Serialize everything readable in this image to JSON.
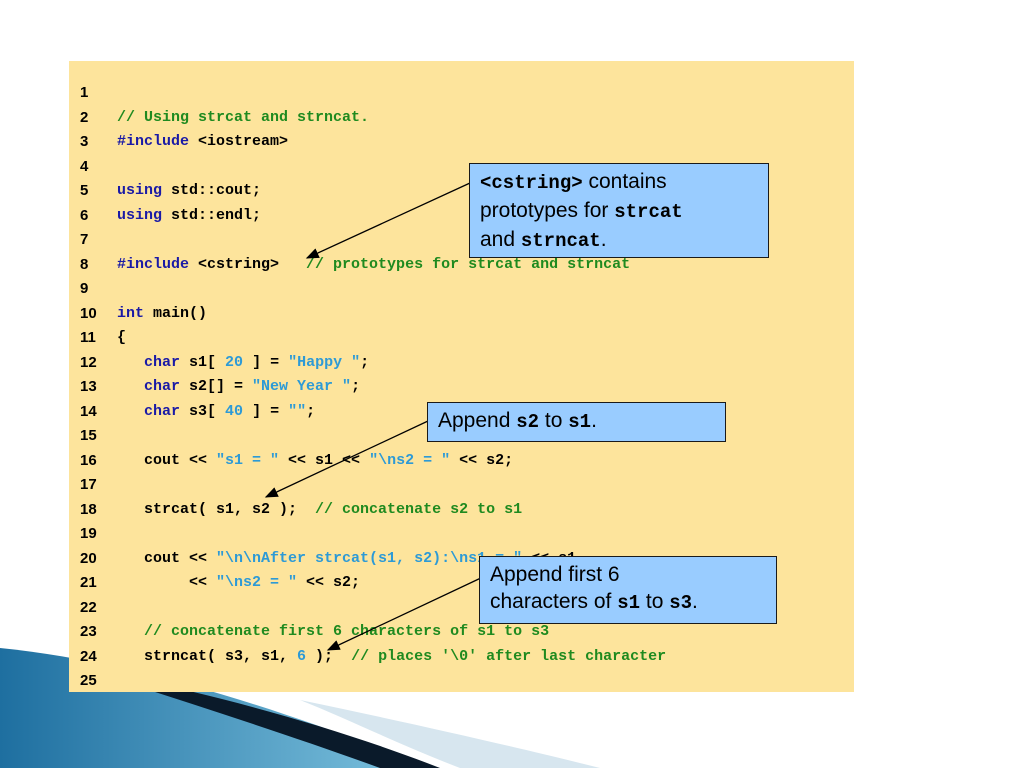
{
  "code": {
    "lines": [
      {
        "n": "1",
        "parts": []
      },
      {
        "n": "2",
        "parts": [
          {
            "c": "cm",
            "t": "// Using strcat and strncat."
          }
        ]
      },
      {
        "n": "3",
        "parts": [
          {
            "c": "kw",
            "t": "#include"
          },
          {
            "c": "",
            "t": " <iostream>"
          }
        ]
      },
      {
        "n": "4",
        "parts": []
      },
      {
        "n": "5",
        "parts": [
          {
            "c": "kw",
            "t": "using"
          },
          {
            "c": "",
            "t": " std::cout;"
          }
        ]
      },
      {
        "n": "6",
        "parts": [
          {
            "c": "kw",
            "t": "using"
          },
          {
            "c": "",
            "t": " std::endl;"
          }
        ]
      },
      {
        "n": "7",
        "parts": []
      },
      {
        "n": "8",
        "parts": [
          {
            "c": "kw",
            "t": "#include"
          },
          {
            "c": "",
            "t": " <cstring>   "
          },
          {
            "c": "cm",
            "t": "// prototypes for strcat and strncat"
          }
        ]
      },
      {
        "n": "9",
        "parts": []
      },
      {
        "n": "10",
        "parts": [
          {
            "c": "kw",
            "t": "int"
          },
          {
            "c": "",
            "t": " main()"
          }
        ]
      },
      {
        "n": "11",
        "parts": [
          {
            "c": "",
            "t": "{"
          }
        ]
      },
      {
        "n": "12",
        "parts": [
          {
            "c": "",
            "t": "   "
          },
          {
            "c": "kw",
            "t": "char"
          },
          {
            "c": "",
            "t": " s1[ "
          },
          {
            "c": "nm",
            "t": "20"
          },
          {
            "c": "",
            "t": " ] = "
          },
          {
            "c": "st",
            "t": "\"Happy \""
          },
          {
            "c": "",
            "t": ";"
          }
        ]
      },
      {
        "n": "13",
        "parts": [
          {
            "c": "",
            "t": "   "
          },
          {
            "c": "kw",
            "t": "char"
          },
          {
            "c": "",
            "t": " s2[] = "
          },
          {
            "c": "st",
            "t": "\"New Year \""
          },
          {
            "c": "",
            "t": ";"
          }
        ]
      },
      {
        "n": "14",
        "parts": [
          {
            "c": "",
            "t": "   "
          },
          {
            "c": "kw",
            "t": "char"
          },
          {
            "c": "",
            "t": " s3[ "
          },
          {
            "c": "nm",
            "t": "40"
          },
          {
            "c": "",
            "t": " ] = "
          },
          {
            "c": "st",
            "t": "\"\""
          },
          {
            "c": "",
            "t": ";"
          }
        ]
      },
      {
        "n": "15",
        "parts": []
      },
      {
        "n": "16",
        "parts": [
          {
            "c": "",
            "t": "   cout << "
          },
          {
            "c": "st",
            "t": "\"s1 = \""
          },
          {
            "c": "",
            "t": " << s1 << "
          },
          {
            "c": "st",
            "t": "\"\\ns2 = \""
          },
          {
            "c": "",
            "t": " << s2;"
          }
        ]
      },
      {
        "n": "17",
        "parts": []
      },
      {
        "n": "18",
        "parts": [
          {
            "c": "",
            "t": "   strcat( s1, s2 );  "
          },
          {
            "c": "cm",
            "t": "// concatenate s2 to s1"
          }
        ]
      },
      {
        "n": "19",
        "parts": []
      },
      {
        "n": "20",
        "parts": [
          {
            "c": "",
            "t": "   cout << "
          },
          {
            "c": "st",
            "t": "\"\\n\\nAfter strcat(s1, s2):\\ns1 = \""
          },
          {
            "c": "",
            "t": " << s1"
          }
        ]
      },
      {
        "n": "21",
        "parts": [
          {
            "c": "",
            "t": "        << "
          },
          {
            "c": "st",
            "t": "\"\\ns2 = \""
          },
          {
            "c": "",
            "t": " << s2;"
          }
        ]
      },
      {
        "n": "22",
        "parts": []
      },
      {
        "n": "23",
        "parts": [
          {
            "c": "",
            "t": "   "
          },
          {
            "c": "cm",
            "t": "// concatenate first 6 characters of s1 to s3"
          }
        ]
      },
      {
        "n": "24",
        "parts": [
          {
            "c": "",
            "t": "   strncat( s3, s1, "
          },
          {
            "c": "nm",
            "t": "6"
          },
          {
            "c": "",
            "t": " );  "
          },
          {
            "c": "cm",
            "t": "// places '\\0' after last character"
          }
        ]
      },
      {
        "n": "25",
        "parts": []
      }
    ]
  },
  "callouts": {
    "cstring": {
      "a": "<cstring>",
      "b": " contains",
      "c": "prototypes for ",
      "d": "strcat",
      "e": "and ",
      "f": "strncat",
      "g": "."
    },
    "append": {
      "a": "Append ",
      "b": "s2",
      "c": " to ",
      "d": "s1",
      "e": "."
    },
    "append_first": {
      "a": "Append first 6",
      "b": "characters of ",
      "c": "s1",
      "d": " to ",
      "e": "s3",
      "f": "."
    }
  },
  "colors": {
    "panel": "#fde49c",
    "callout": "#99ccff",
    "keyword": "#1a1aa6",
    "comment": "#1f8a1f",
    "string": "#2d9ad6"
  }
}
